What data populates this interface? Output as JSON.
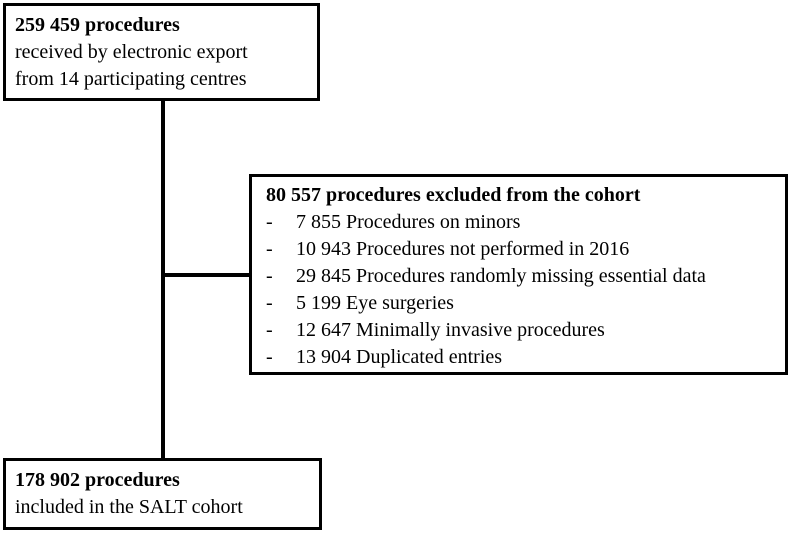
{
  "diagram": {
    "source_box": {
      "count": "259 459 procedures",
      "line1": "received by electronic export",
      "line2": "from 14 participating centres"
    },
    "exclusion_box": {
      "title": "80 557 procedures excluded from the cohort",
      "bullet": "-",
      "items": [
        "7 855 Procedures on minors",
        "10 943 Procedures not performed in 2016",
        "29 845 Procedures randomly missing essential data",
        "5 199 Eye surgeries",
        "12 647 Minimally invasive procedures",
        "13 904 Duplicated entries"
      ]
    },
    "result_box": {
      "count": "178 902 procedures",
      "line1": "included in the SALT cohort"
    },
    "colors": {
      "border": "#000000",
      "background": "#ffffff",
      "text": "#000000"
    }
  }
}
